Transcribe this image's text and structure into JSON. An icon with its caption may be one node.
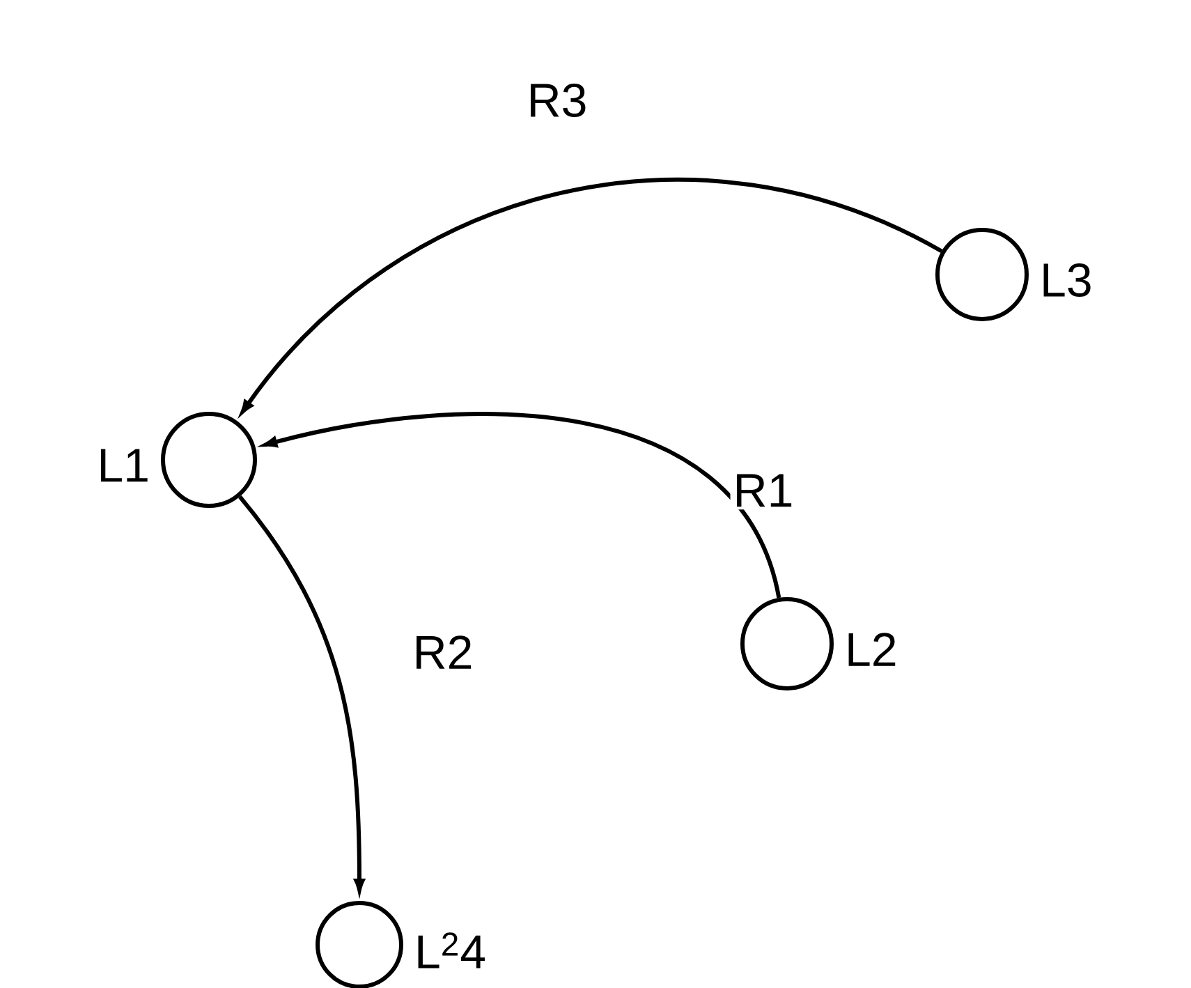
{
  "diagram": {
    "nodes": [
      {
        "text": [],
        "shape": "circle",
        "beside": [
          "L1"
        ]
      },
      {
        "text": [],
        "shape": "circle",
        "beside": [
          "L2"
        ]
      },
      {
        "text": [],
        "shape": "circle",
        "beside": [
          "L3"
        ]
      },
      {
        "text": [],
        "shape": "circle",
        "beside": [
          "L$^{2}$4"
        ]
      }
    ],
    "edges": [
      {
        "from": 2,
        "to": 0,
        "arrow": "to",
        "label": "R3"
      },
      {
        "from": 1,
        "to": 0,
        "arrow": "to",
        "label": "R1"
      },
      {
        "from": 0,
        "to": 3,
        "arrow": "to",
        "label": "R2"
      }
    ]
  }
}
